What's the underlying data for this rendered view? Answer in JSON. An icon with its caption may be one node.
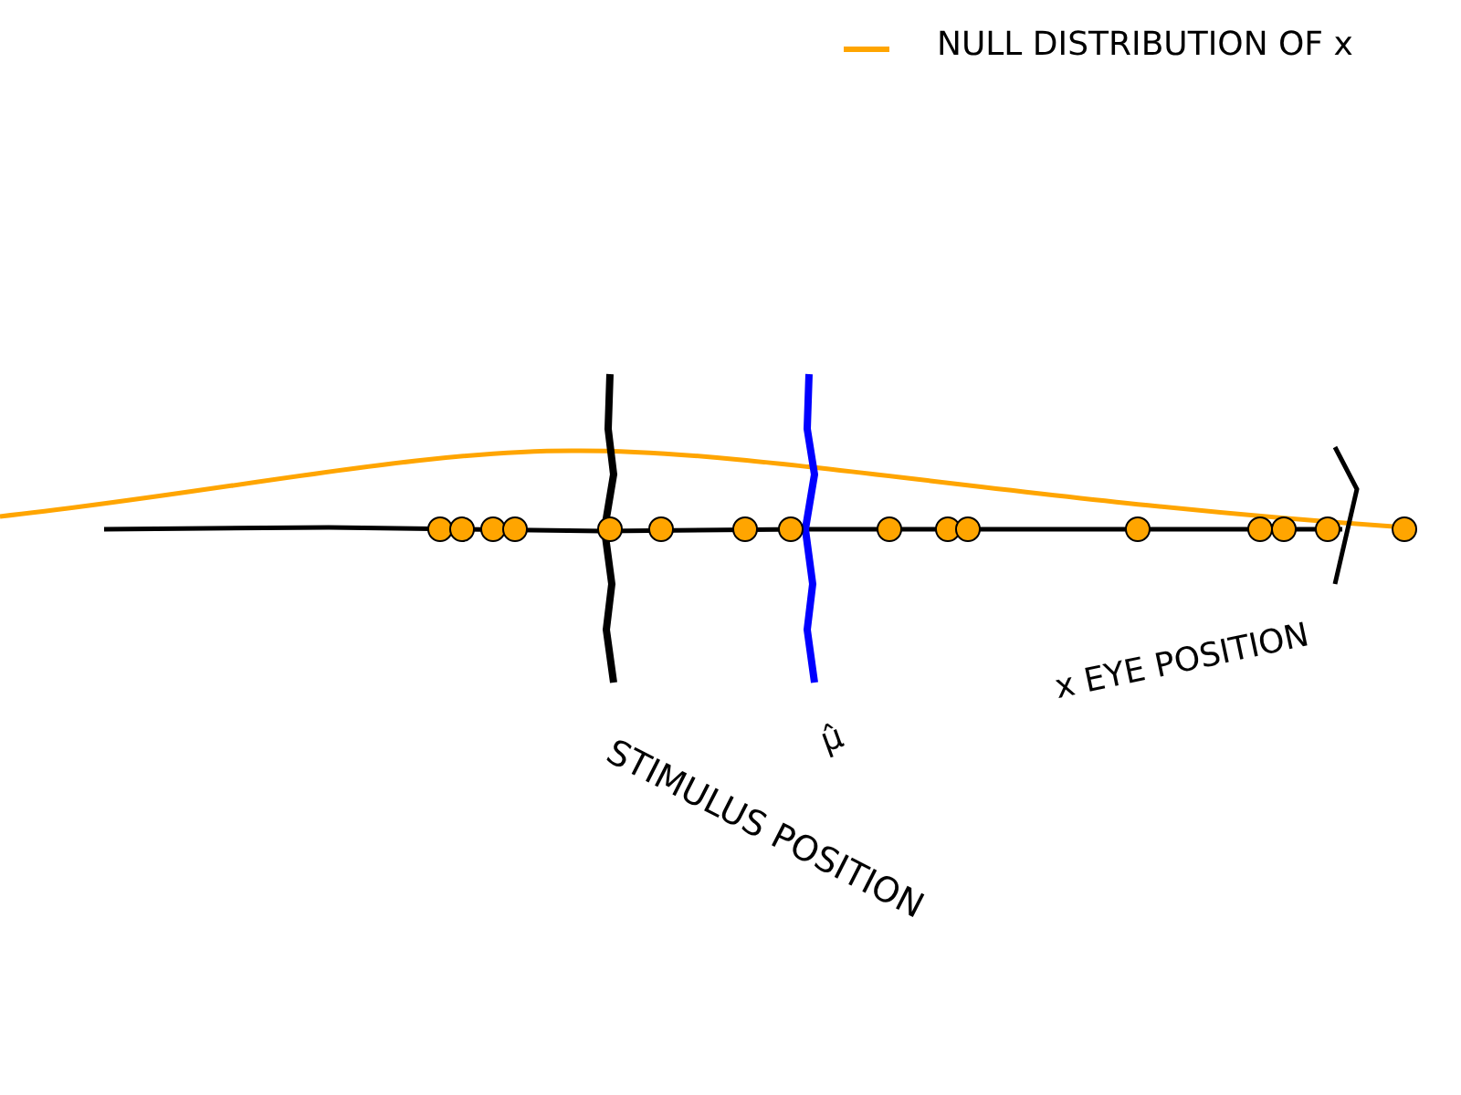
{
  "diagram": {
    "labels": [
      "x EYE POSITION",
      "μ̂",
      "STIMULUS POSITION"
    ],
    "legend": [
      {
        "text": "NULL DISTRIBUTION OF x"
      }
    ]
  }
}
